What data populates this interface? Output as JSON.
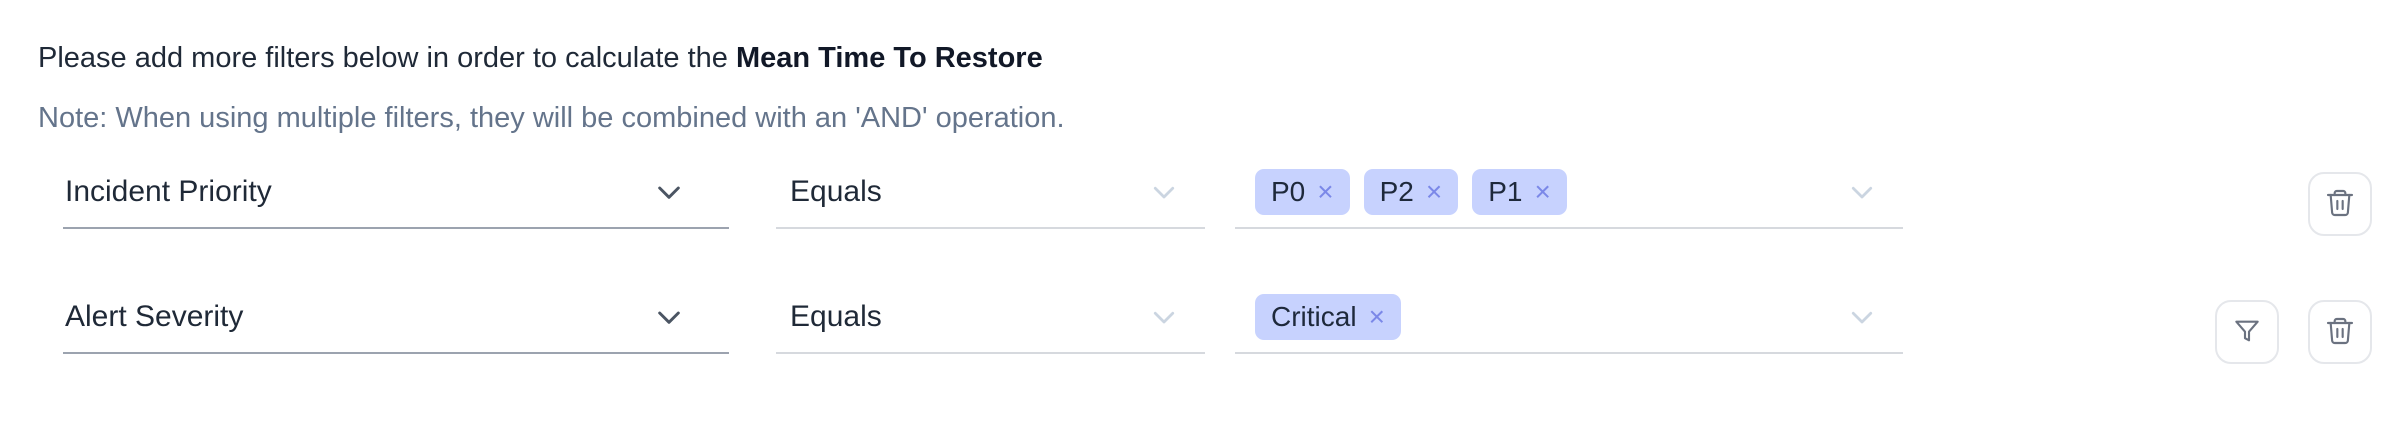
{
  "header": {
    "instruction_prefix": "Please add more filters below in order to calculate the ",
    "instruction_bold": "Mean Time To Restore",
    "note": "Note: When using multiple filters, they will be combined with an 'AND' operation."
  },
  "ui": {
    "remove_glyph": "×"
  },
  "colors": {
    "chip_background": "#c7d2fe",
    "chip_text": "#1e293b",
    "chip_remove": "#7b88e8",
    "field_underline_dark": "#9ca3af",
    "field_underline_light": "#d6d9de",
    "note_text": "#64748b",
    "icon_button_border": "#e5e7eb",
    "icon_color": "#6b7280"
  },
  "rows": [
    {
      "field": "Incident Priority",
      "operator": "Equals",
      "values": [
        "P0",
        "P2",
        "P1"
      ],
      "actions": [
        "delete"
      ]
    },
    {
      "field": "Alert Severity",
      "operator": "Equals",
      "values": [
        "Critical"
      ],
      "actions": [
        "filter",
        "delete"
      ]
    }
  ]
}
